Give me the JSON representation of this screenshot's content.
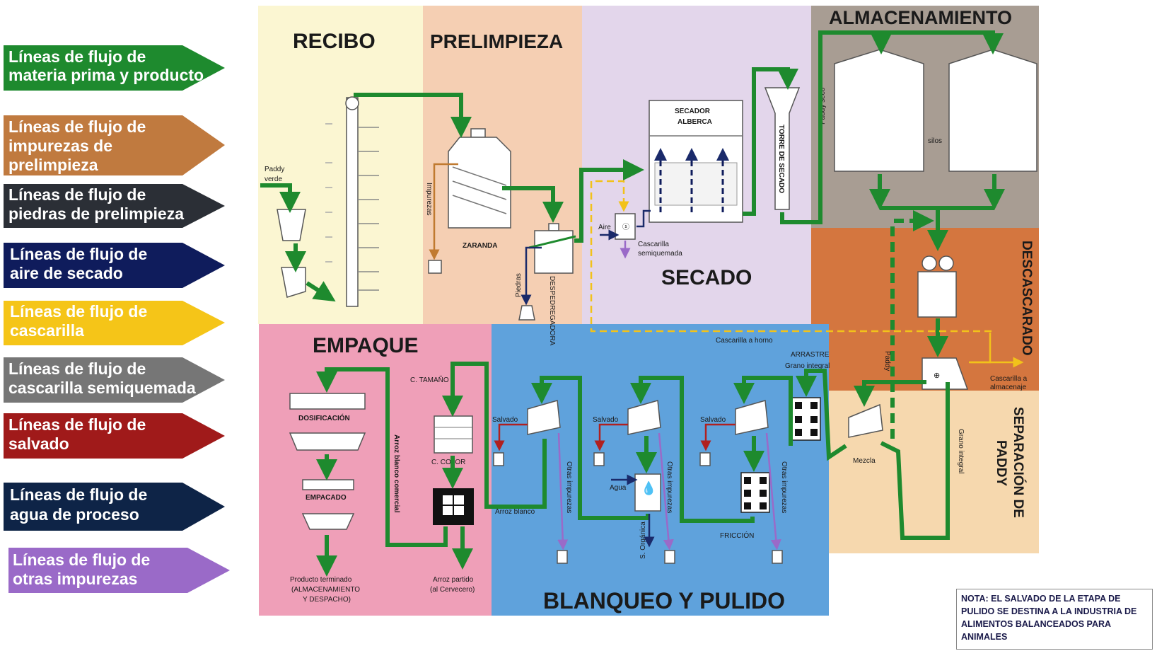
{
  "legend": [
    {
      "line1": "Líneas de flujo de",
      "line2": "materia prima y producto",
      "color": "#1e8a2e"
    },
    {
      "line1": "Líneas de flujo de",
      "line2": "impurezas de",
      "line3": "prelimpieza",
      "color": "#c07a3f"
    },
    {
      "line1": "Líneas de flujo de",
      "line2": "piedras de prelimpieza",
      "color": "#2b2f36"
    },
    {
      "line1": "Líneas de flujo de",
      "line2": "aire de secado",
      "color": "#0f1c5c"
    },
    {
      "line1": "Líneas de flujo de",
      "line2": "cascarilla",
      "color": "#f5c518"
    },
    {
      "line1": "Líneas de flujo de",
      "line2": "cascarilla semiquemada",
      "color": "#767676"
    },
    {
      "line1": "Líneas de flujo de",
      "line2": "salvado",
      "color": "#a01a1a"
    },
    {
      "line1": "Líneas de flujo de",
      "line2": "agua de proceso",
      "color": "#0e2447"
    },
    {
      "line1": "Líneas de flujo de",
      "line2": "otras impurezas",
      "color": "#9a6ac8"
    }
  ],
  "sections": {
    "recibo": "RECIBO",
    "prelimpieza": "PRELIMPIEZA",
    "secado": "SECADO",
    "almacenamiento": "ALMACENAMIENTO",
    "descascarado": "DESCASCARADO",
    "separacion_line1": "SEPARACIÓN DE",
    "separacion_line2": "PADDY",
    "empaque": "EMPAQUE",
    "blanqueo": "BLANQUEO Y PULIDO"
  },
  "labels": {
    "paddy_line1": "Paddy",
    "paddy_line2": "verde",
    "impurezas": "Impurezas",
    "zaranda": "ZARANDA",
    "piedras": "Piedras",
    "despedregadora": "DESPEDREGADORA",
    "secador_line1": "SECADOR",
    "secador_line2": "ALBERCA",
    "aire": "Aire",
    "cascarilla_semi_line1": "Cascarilla",
    "cascarilla_semi_line2": "semiquemada",
    "torre": "TORRE DE SECADO",
    "paddy_seco": "Paddy seco",
    "silos": "silos",
    "cascarilla_horno": "Cascarilla a horno",
    "cascarilla_almacen_line1": "Cascarilla a",
    "cascarilla_almacen_line2": "almacenaje",
    "arrastre_line1": "ARRASTRE",
    "arrastre_line2": "Grano integral",
    "paddy_vert": "Paddy",
    "grano_integral": "Grano integral",
    "mezcla": "Mezcla",
    "salvado": "Salvado",
    "agua": "Agua",
    "s_organica": "S. Orgánica",
    "otras_impurezas": "Otras impurezas",
    "friccion": "FRICCIÓN",
    "arroz_blanco": "Arroz blanco",
    "c_tamano": "C. TAMAÑO",
    "c_color": "C. COLOR",
    "arroz_blanco_comercial": "Arroz blanco comercial",
    "arroz_partido_line1": "Arroz partido",
    "arroz_partido_line2": "(al Cervecero)",
    "dosificacion": "DOSIFICACIÓN",
    "empacado": "EMPACADO",
    "producto_line1": "Producto terminado",
    "producto_line2": "(ALMACENAMIENTO",
    "producto_line3": "Y DESPACHO)"
  },
  "note": "NOTA: EL SALVADO DE LA ETAPA DE PULIDO SE DESTINA A LA INDUSTRIA DE ALIMENTOS BALANCEADOS PARA ANIMALES",
  "colors": {
    "recibo_bg": "#fbf6d2",
    "prelimpieza_bg": "#f5cfb3",
    "secado_bg": "#e3d6eb",
    "almacenamiento_bg": "#a89d93",
    "descascarado_bg": "#d4763f",
    "separacion_bg": "#f6d8ae",
    "empaque_bg": "#ef9fb8",
    "blanqueo_bg": "#5fa2dc"
  }
}
